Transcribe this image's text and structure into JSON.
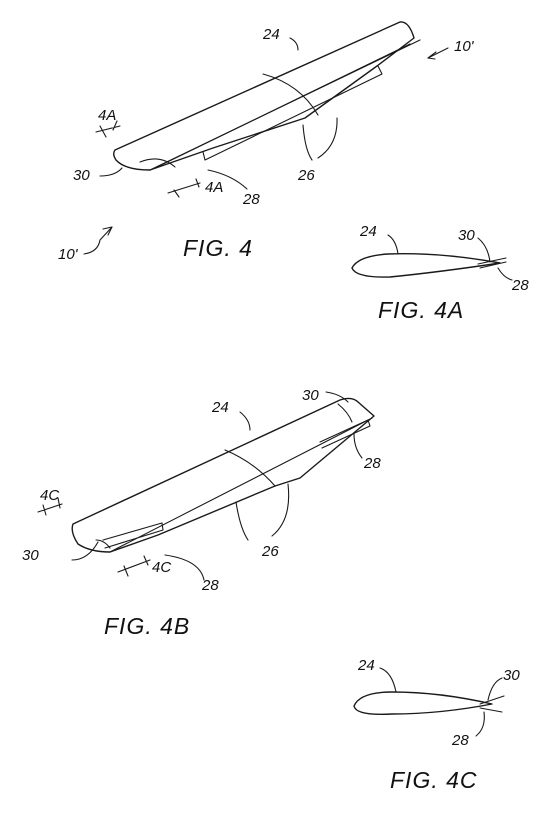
{
  "figures": [
    {
      "id": "fig4",
      "caption": "FIG. 4",
      "labels": {
        "wing": "24",
        "view_ref": "10'",
        "view_ref_lower": "10'",
        "section_upper": "4A",
        "section_lower": "4A",
        "flap": "28",
        "tip": "30",
        "segments": "26"
      }
    },
    {
      "id": "fig4a",
      "caption": "FIG. 4A",
      "labels": {
        "wing": "24",
        "tip": "30",
        "flap": "28"
      }
    },
    {
      "id": "fig4b",
      "caption": "FIG. 4B",
      "labels": {
        "wing": "24",
        "tip_right": "30",
        "flap_right": "28",
        "section_upper": "4C",
        "section_lower": "4C",
        "tip_left": "30",
        "flap_left": "28",
        "segments": "26"
      }
    },
    {
      "id": "fig4c",
      "caption": "FIG. 4C",
      "labels": {
        "wing": "24",
        "tip": "30",
        "flap": "28"
      }
    }
  ]
}
